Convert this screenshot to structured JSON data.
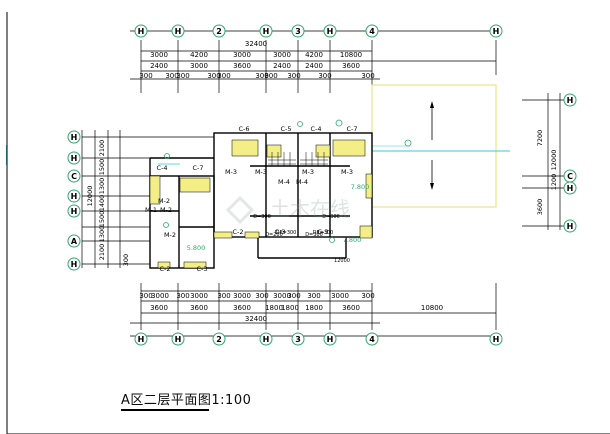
{
  "drawing": {
    "title": "A区二层平面图",
    "scale": "1:100",
    "watermark": "土木在线"
  },
  "axes_top": [
    "H",
    "H",
    "2",
    "H",
    "3",
    "H",
    "4",
    "H"
  ],
  "axes_bottom": [
    "H",
    "H",
    "2",
    "H",
    "3",
    "H",
    "4",
    "H"
  ],
  "axes_left": [
    "H",
    "H",
    "C",
    "H",
    "H",
    "A",
    "H"
  ],
  "axes_right": [
    "H",
    "C",
    "H",
    "H"
  ],
  "dims_top": {
    "total": "32400",
    "row1": [
      "3000",
      "4200",
      "3000",
      "3000",
      "4200",
      "10800"
    ],
    "row2": [
      "2400",
      "3000",
      "3600",
      "2400",
      "2400",
      "3600"
    ],
    "row3": [
      "300",
      "300",
      "300",
      "300",
      "300",
      "300",
      "300",
      "300",
      "300",
      "300"
    ]
  },
  "dims_bottom": {
    "row1": [
      "300",
      "3000",
      "300",
      "3000",
      "300",
      "3000",
      "300",
      "3000",
      "300",
      "300",
      "3000",
      "300"
    ],
    "row2": [
      "3600",
      "3600",
      "3600",
      "1800",
      "1800",
      "1800",
      "3600",
      "10800"
    ],
    "total": "32400"
  },
  "dims_left": [
    "2100",
    "1500",
    "1300",
    "1400",
    "1500",
    "1300",
    "2100",
    "12000",
    "300"
  ],
  "dims_right": [
    "7200",
    "12000",
    "1200",
    "3600"
  ],
  "room_labels": [
    "C-6",
    "C-5",
    "C-4",
    "C-7",
    "C-4",
    "C-7",
    "M-3",
    "M-3",
    "M-4",
    "M-3",
    "M-2",
    "M-1",
    "M-2",
    "M-3",
    "M-4",
    "C-2",
    "C-3",
    "C-3",
    "C-2",
    "C-3",
    "M-2"
  ],
  "elevations": [
    "7.800",
    "5.800",
    "7.800"
  ],
  "notes": [
    "D=300",
    "D=300",
    "D=200",
    "D=300",
    "DE=300",
    "DE=300",
    "12000"
  ]
}
